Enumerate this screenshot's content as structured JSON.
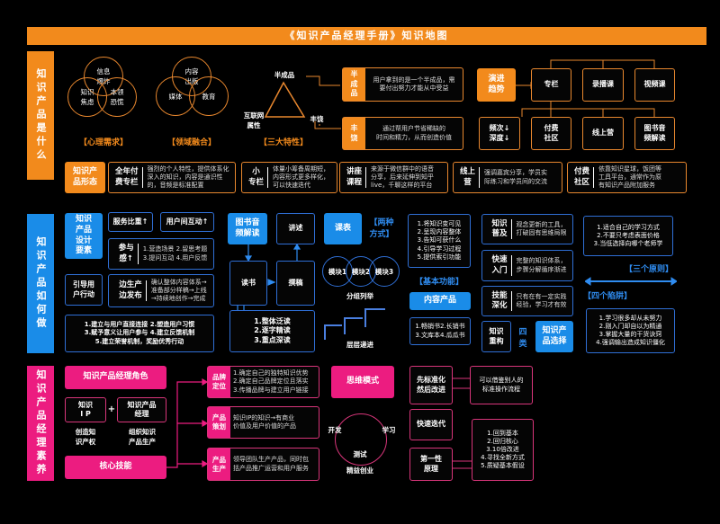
{
  "title": "《知识产品经理手册》知识地图",
  "s1": {
    "label": "知识产品是什么",
    "circles1": {
      "items": [
        "信息\n爆炸",
        "知识\n焦虑",
        "本领\n恐慌"
      ],
      "caption": "【心理需求】"
    },
    "circles2": {
      "items": [
        "内容\n出版",
        "媒体",
        "教育"
      ],
      "caption": "【领域融合】"
    },
    "triangle": {
      "top": "半成品",
      "left": "互联网\n属性",
      "right": "丰饶",
      "caption": "【三大特性】"
    },
    "feats": [
      {
        "tag": "半\n成\n品",
        "text": "用户拿到的是一个半成品，需\n要付出努力才能从中受益"
      },
      {
        "tag": "丰\n饶",
        "text": "通过帮用户节省稀缺的\n时间和精力，从而创造价值"
      }
    ],
    "trend": {
      "label": "演进\n趋势",
      "row1": [
        "专栏",
        "录播课",
        "视频课"
      ],
      "row2": [
        "频次↓\n深度↓",
        "付费\n社区",
        "线上营",
        "图书音\n频解读"
      ]
    },
    "forms": {
      "label": "知识产\n品形态",
      "items": [
        {
          "name": "全年付\n费专栏",
          "desc": "强烈的个人特性，提供体系化\n深入的知识，内容是通识性\n的，音频是标准配置"
        },
        {
          "name": "小\n专栏",
          "desc": "体量小筹备周期短，\n内容形式更多样化，\n可以快速迭代"
        },
        {
          "name": "讲座\n课程",
          "desc": "来源于微信群中的语音\n分享，后来延伸到知乎\nlive，千聊这样的平台"
        },
        {
          "name": "线上\n营",
          "desc": "强调嘉宾分享，学员实\n际练习和学员间的交流"
        },
        {
          "name": "付费\n社区",
          "desc": "依靠知识星球，饭团等\n工具平台，通常作为原\n有知识产品附加服务"
        }
      ]
    }
  },
  "s2": {
    "label": "知识产品如何做",
    "design": "知识\n产品\n设计\n要素",
    "service": "服务比重↑",
    "interact": "用户间互动↑",
    "participate": {
      "tag": "参与\n感↑",
      "text": "1.营造场景 2.留思考题\n3.提问互动 4.用户反馈"
    },
    "guide": "引导用\n户行动",
    "publish": {
      "tag": "边生产\n边发布",
      "text": "确认整体内容体系→\n准备部分样稿→上线\n→持续地创作→完成"
    },
    "actions": "1.建立与用户直接连接 2.塑造用户习惯\n3.赋予意义让用户参与 4.建立反馈机制\n5.建立荣誉机制，奖励优秀行动",
    "book": "图书音\n频解读",
    "narrate": "讲述",
    "read": "读书",
    "write": "撰稿",
    "readlist": "1.整体泛读\n2.逐字精读\n3.重点深读",
    "schedule": "课表",
    "twoways": "【两种\n方式】",
    "modules": [
      "模块1",
      "模块2",
      "模块3"
    ],
    "group": "分组列举",
    "layer": "层层递进",
    "funclist": "1.将知识变可见\n2.呈现内容整体\n3.告知可获什么\n4.引导学习过程\n5.提供索引功能",
    "funccap": "【基本功能】",
    "content": "内容产品",
    "contentlist": "1.畅销书2.长销书\n3.文库本4.瓜瓜书",
    "types": [
      {
        "tag": "知识\n普及",
        "text": "观念更新的工具，\n打破固有思维局限"
      },
      {
        "tag": "快速\n入门",
        "text": "完整的知识体系，\n步骤分解循序渐进"
      },
      {
        "tag": "技能\n深化",
        "text": "只有在有一定实践\n经验，学习才有效"
      }
    ],
    "rebuild": "知识\n重构",
    "four": "四\n类",
    "choose": "知识产\n品选择",
    "principles": "1.适合自己的学习方式\n2.不要只考虑表面价格\n3.当低选择向哪个老师学",
    "principlescap": "【三个原则】",
    "trapscap": "【四个陷阱】",
    "traps": "1.学习很多却从未努力\n2.刚入门却自以为精通\n3.掌握大量的干货诀窍\n4.强调输出造成知识僵化"
  },
  "s3": {
    "label": "知识产品经理素养",
    "role": "知识产品经理角色",
    "ip": "知识\nI P",
    "plus": "+",
    "pm": "知识产品\n经理",
    "ipnote": "创造知\n识产权",
    "pmnote": "组织知识\n产品生产",
    "core": "核心技能",
    "skills": [
      {
        "tag": "品牌\n定位",
        "text": "1.确定自己的独特知识优势\n2.确定自己品牌定位且落实\n3.传播品牌与建立用户链接"
      },
      {
        "tag": "产品\n策划",
        "text": "知识IP的知识→有商业\n价值及用户价值的产品"
      },
      {
        "tag": "产品\n生产",
        "text": "领导团队生产产品，同时包\n括产品推广运营和用户服务"
      }
    ],
    "mind": "思维模式",
    "cycle": {
      "dev": "开发",
      "learn": "学习",
      "test": "测试",
      "caption": "精益创业"
    },
    "standard": "先标准化\n然后改进",
    "standardnote": "可以借鉴别人的\n标准操作流程",
    "iterate": "快速迭代",
    "first": "第一性\n原理",
    "firstlist": "1.回到基本\n2.回归核心\n3.10倍改进\n4.寻找全新方式\n5.质疑基本假设"
  },
  "colors": {
    "orange": "#f28a1c",
    "blue": "#1a8ce8",
    "pink": "#ec1c80"
  }
}
